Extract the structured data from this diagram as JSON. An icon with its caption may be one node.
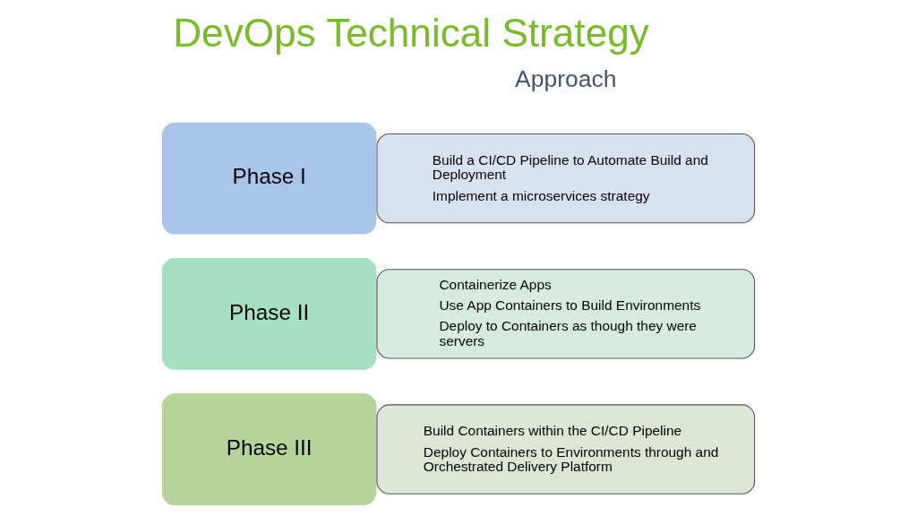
{
  "diagram": {
    "title": "DevOps Technical Strategy",
    "nodes": [
      {
        "text": [
          "Phase I"
        ]
      },
      {
        "text": [
          "Build a CI/CD Pipeline to Automate Build and Deployment",
          "Implement a microservices strategy"
        ]
      },
      {
        "text": [
          "Phase II"
        ]
      },
      {
        "text": [
          "Containerize Apps",
          "Use App Containers to Build Environments",
          "Deploy to Containers as though they were servers"
        ]
      },
      {
        "text": [
          "Phase III"
        ]
      },
      {
        "text": [
          "Build Containers within the CI/CD Pipeline",
          "Deploy Containers to Environments through and Orchestrated Delivery Platform"
        ]
      }
    ],
    "labels": [
      "Approach"
    ]
  }
}
